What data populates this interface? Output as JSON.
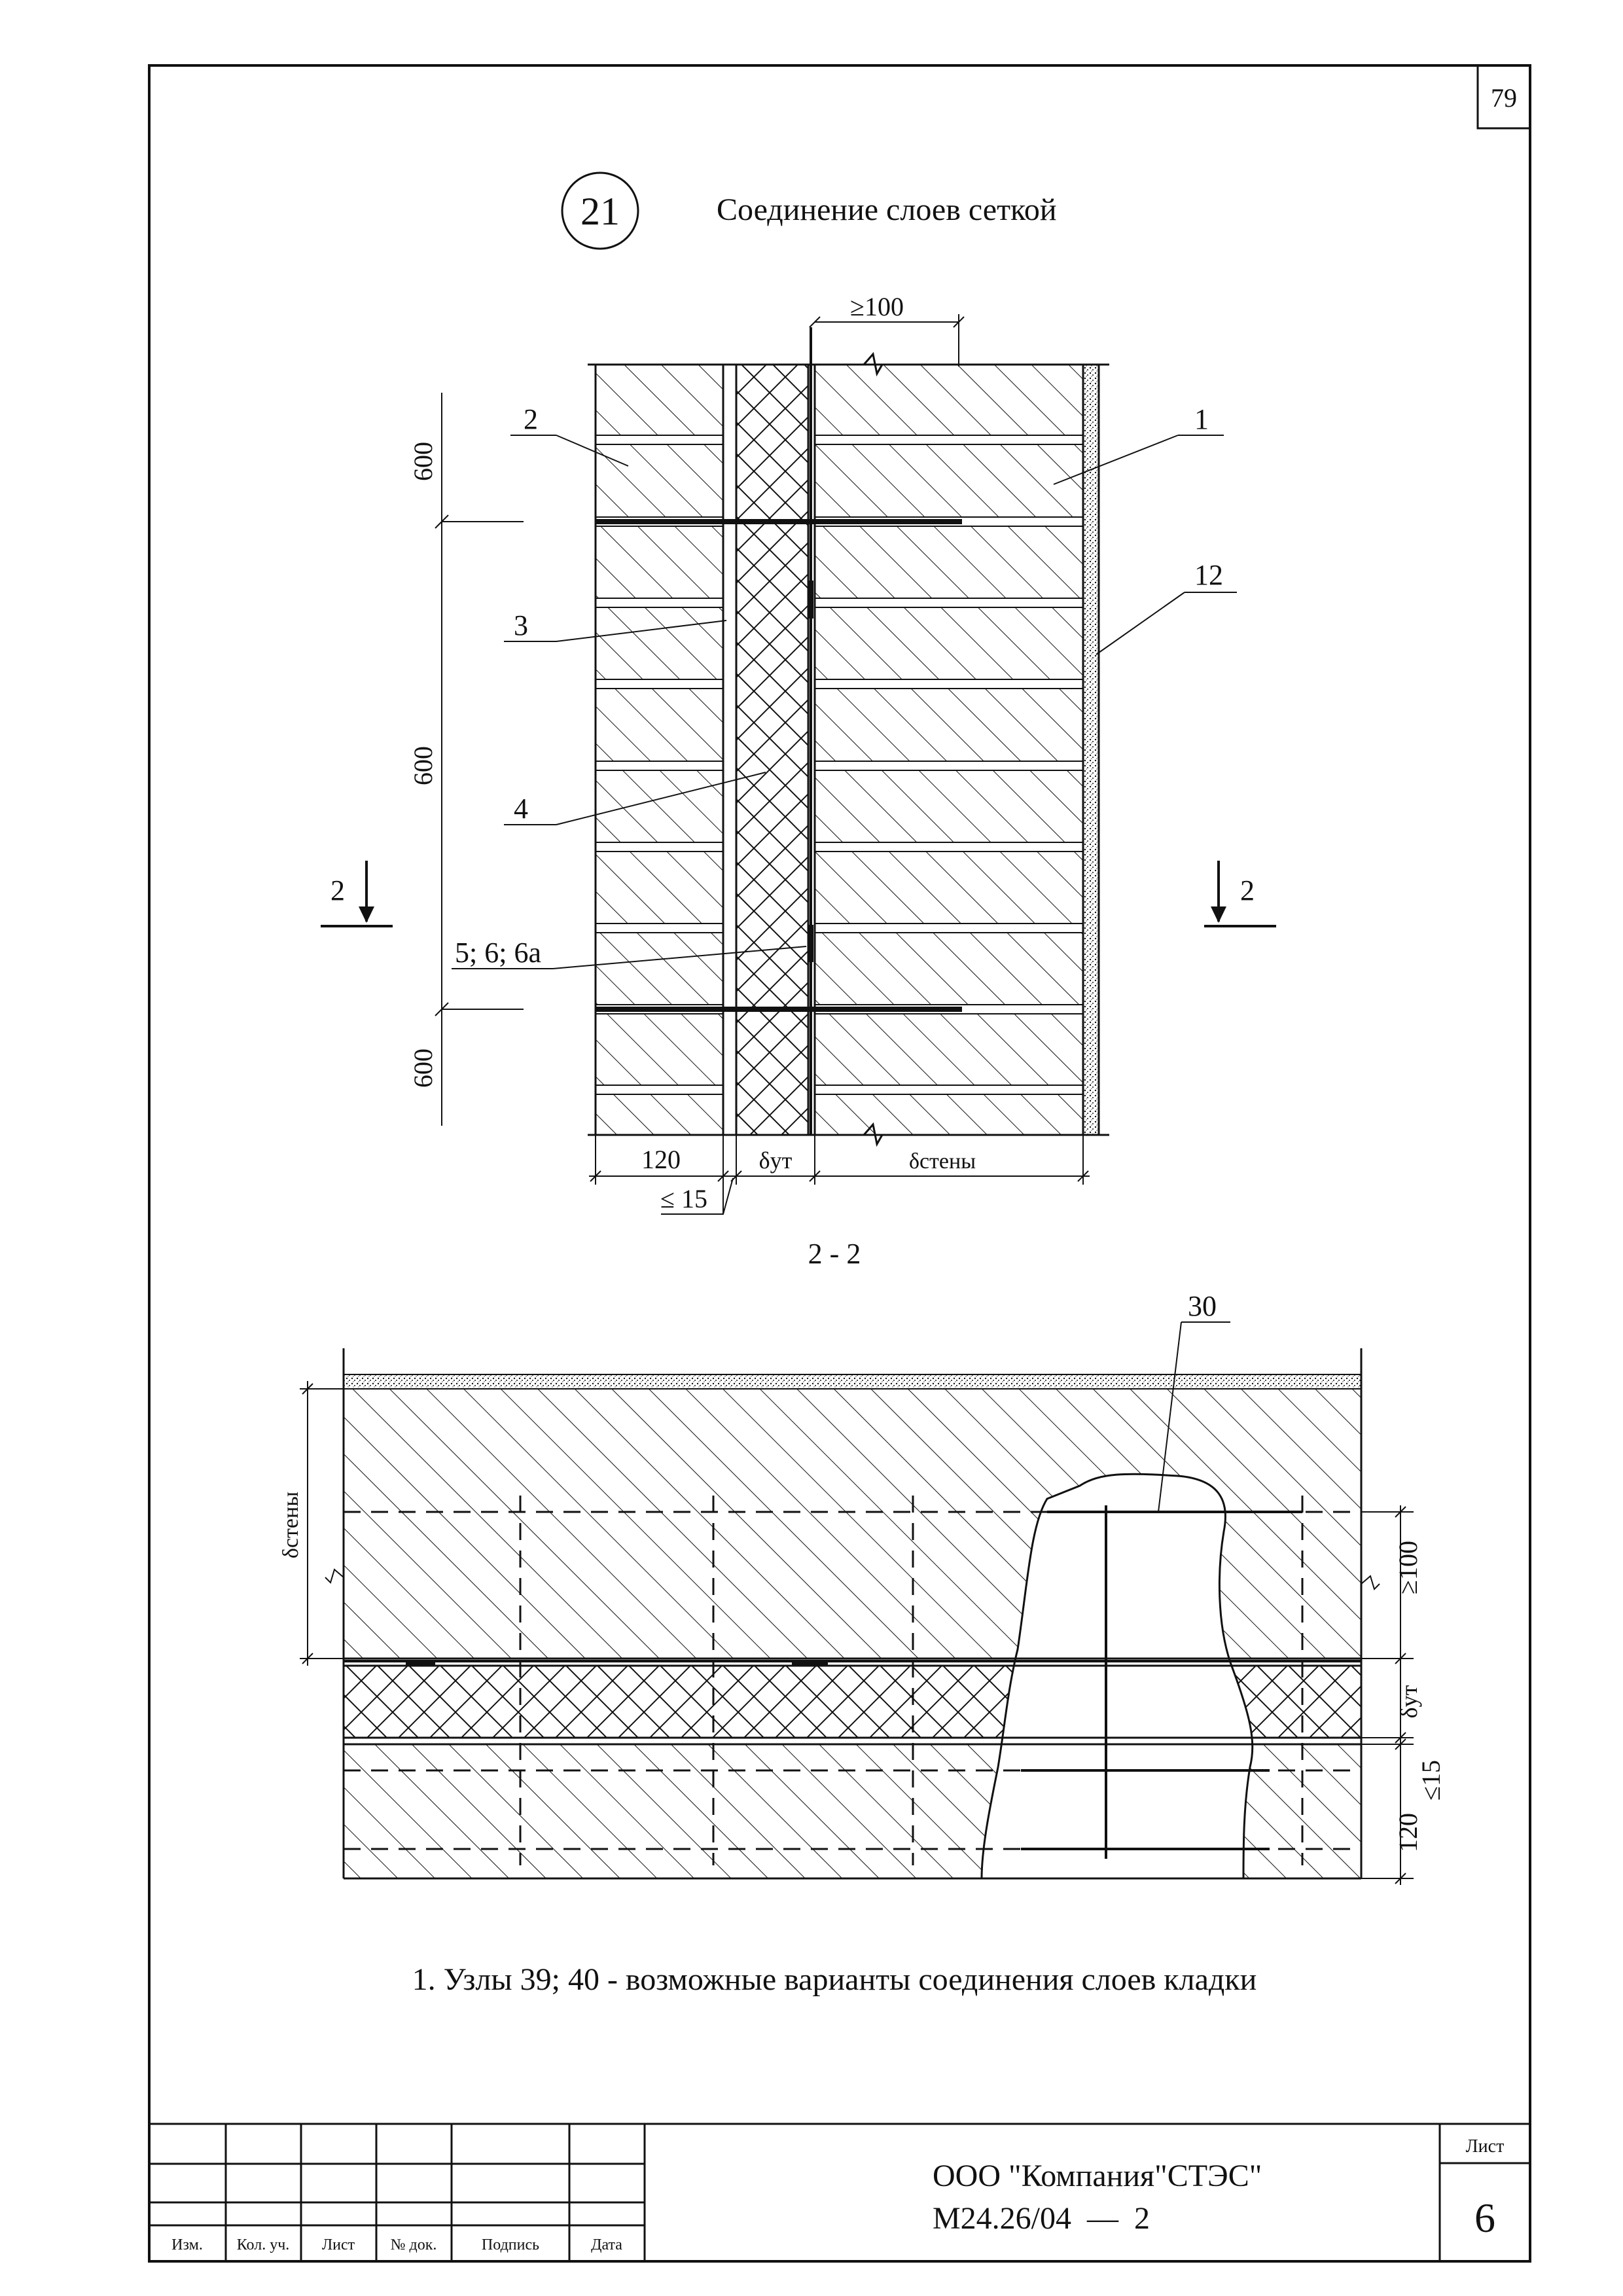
{
  "sheet": {
    "top_page_number": "79",
    "detail_number": "21",
    "detail_title": "Соединение слоев сеткой",
    "section_label": "2 - 2",
    "section_marker": "2",
    "note": "1. Узлы 39; 40 - возможные варианты соединения слоев кладки"
  },
  "elevation": {
    "dims": {
      "mesh_overlap": "≥100",
      "spacing_top": "600",
      "spacing_mid": "600",
      "spacing_bottom": "600",
      "outer_layer": "120",
      "insulation": "δут",
      "wall": "δстены",
      "gap": "≤ 15"
    },
    "callouts": {
      "c1": "1",
      "c2": "2",
      "c3": "3",
      "c4": "4",
      "c12": "12",
      "c56": "5; 6; 6а"
    }
  },
  "plan": {
    "callout": "30",
    "dims": {
      "wall": "δстены",
      "overlap": "≥100",
      "insulation": "δут",
      "gap": "≤15",
      "outer_layer": "120"
    }
  },
  "title_block": {
    "col_headers": [
      "Изм.",
      "Кол. уч.",
      "Лист",
      "№ док.",
      "Подпись",
      "Дата"
    ],
    "company": "ООО \"Компания\"СТЭС\"",
    "doc_code": "М24.26/04  —  2",
    "sheet_label": "Лист",
    "sheet_number": "6"
  }
}
